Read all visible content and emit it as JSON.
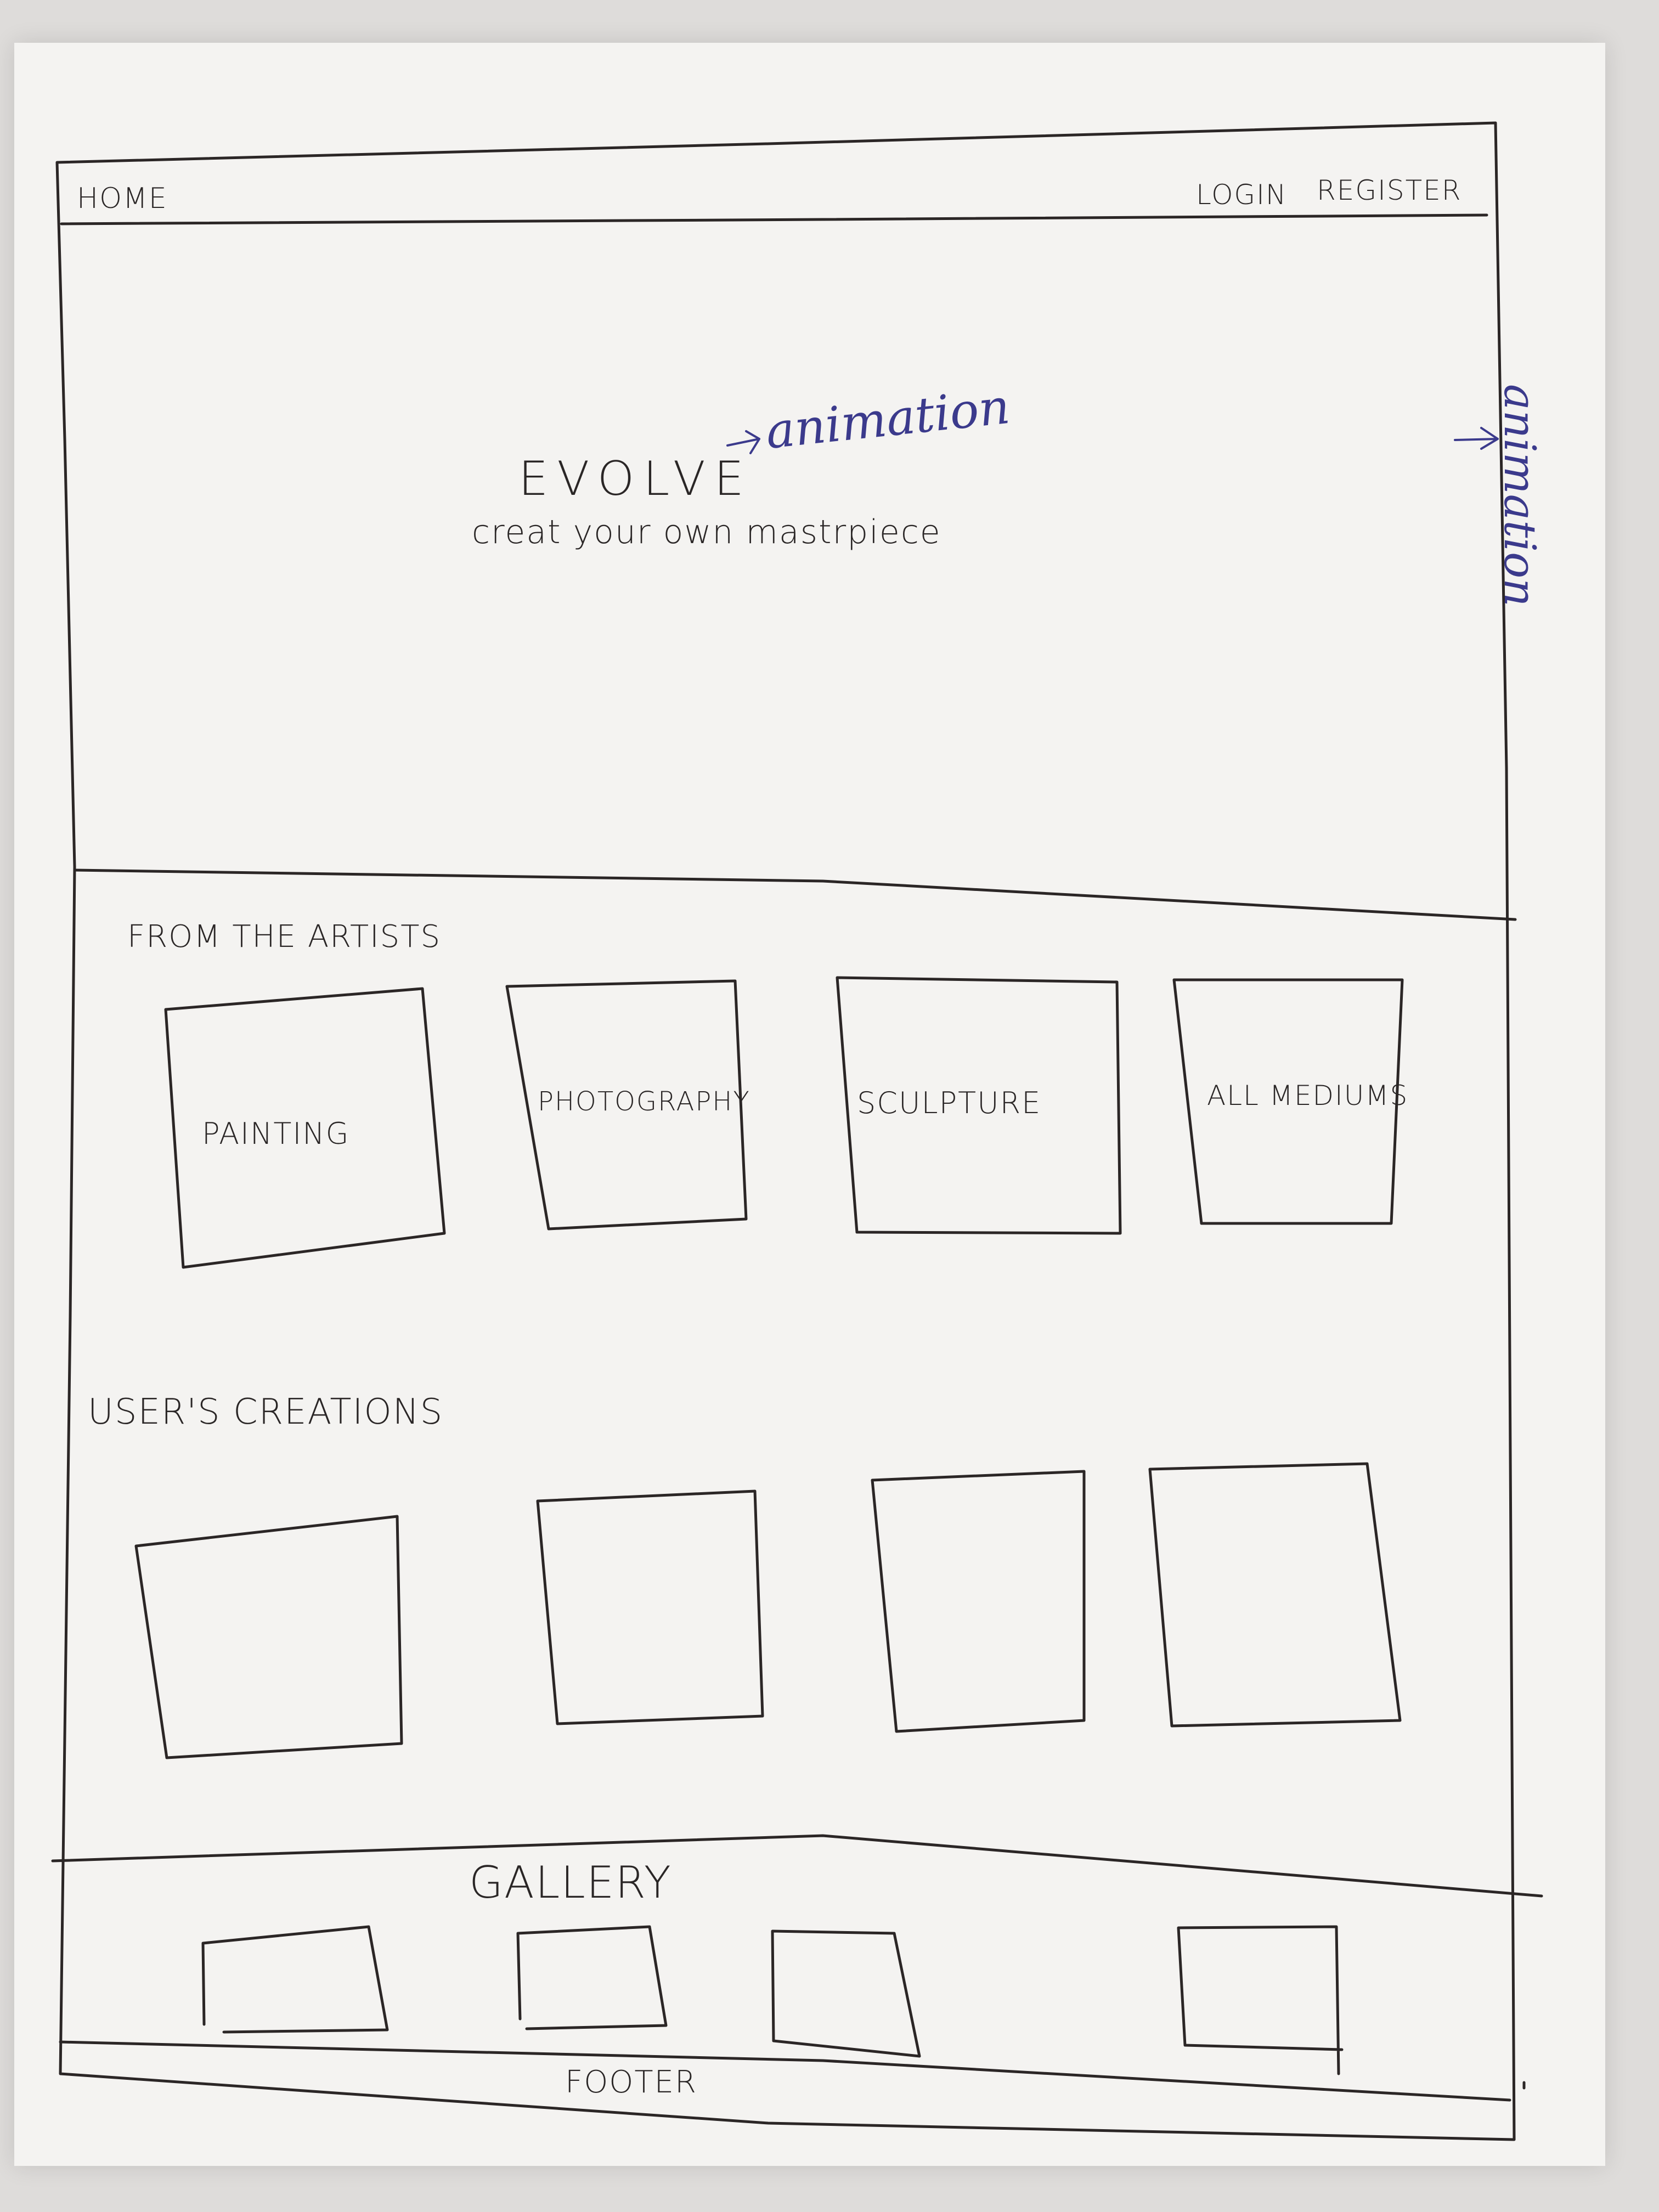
{
  "nav": {
    "home": "HOME",
    "login": "LOGIN",
    "register": "REGISTER"
  },
  "hero": {
    "title": "EVOLVE",
    "subtitle": "creat your own mastrpiece"
  },
  "annotations": {
    "hero_note": "animation",
    "side_note": "animation"
  },
  "from_artists": {
    "heading": "FROM THE ARTISTS",
    "categories": [
      "PAINTING",
      "PHOTOGRAPHY",
      "SCULPTURE",
      "ALL MEDIUMS"
    ]
  },
  "user_creations": {
    "heading": "USER'S CREATIONS"
  },
  "gallery": {
    "heading": "GALLERY"
  },
  "footer": {
    "label": "FOOTER"
  }
}
